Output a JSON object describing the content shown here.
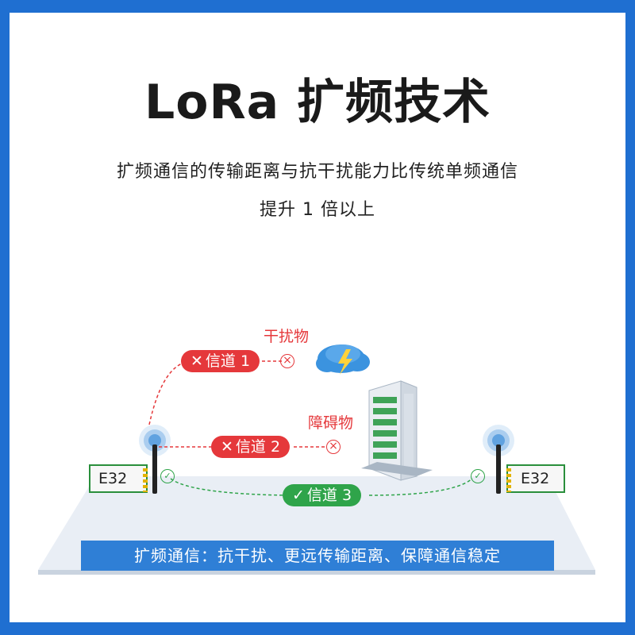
{
  "title": "LoRa 扩频技术",
  "subtitle_line1": "扩频通信的传输距离与抗干扰能力比传统单频通信",
  "subtitle_line2": "提升 1 倍以上",
  "left_module_label": "E32",
  "right_module_label": "E32",
  "channels": [
    {
      "label": "信道 1",
      "status": "blocked",
      "icon": "cross-icon"
    },
    {
      "label": "信道 2",
      "status": "blocked",
      "icon": "cross-icon"
    },
    {
      "label": "信道 3",
      "status": "ok",
      "icon": "check-icon"
    }
  ],
  "obstacles": {
    "interference": "干扰物",
    "barrier": "障碍物"
  },
  "bottom_caption": "扩频通信：抗干扰、更远传输距离、保障通信稳定",
  "colors": {
    "frame": "#1f6fd1",
    "blocked": "#e5383b",
    "ok": "#2fa44a",
    "caption_bg": "#2f7fd6"
  }
}
